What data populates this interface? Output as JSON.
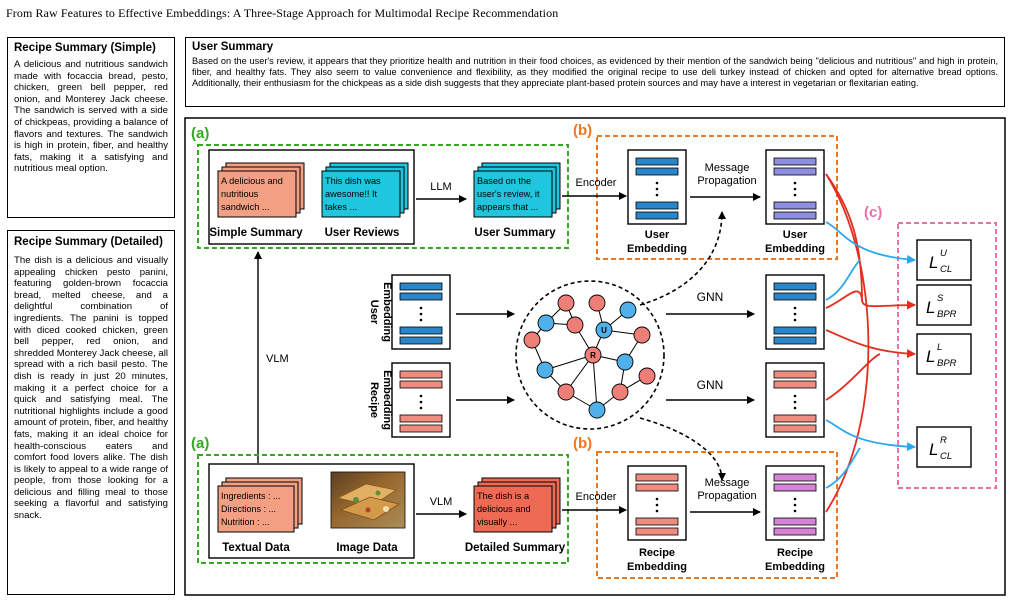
{
  "paper_title": "From Raw Features to Effective Embeddings: A Three-Stage Approach for Multimodal Recipe Recommendation",
  "recipe_summary_simple": {
    "heading": "Recipe Summary (Simple)",
    "text": "A delicious and nutritious sandwich made with focaccia bread, pesto, chicken, green bell pepper, red onion, and Monterey Jack cheese. The sandwich is served with a side of chickpeas, providing a balance of flavors and textures. The sandwich is high in protein, fiber, and healthy fats, making it a satisfying and nutritious meal option."
  },
  "recipe_summary_detailed": {
    "heading": "Recipe Summary (Detailed)",
    "text": "The dish is a delicious and visually appealing chicken pesto panini, featuring golden-brown focaccia bread, melted cheese, and a delightful combination of ingredients. The panini is topped with diced cooked chicken, green bell pepper, red onion, and shredded Monterey Jack cheese, all spread with a rich basil pesto. The dish is ready in just 20 minutes, making it a perfect choice for a quick and satisfying meal. The nutritional highlights include a good amount of protein, fiber, and healthy fats, making it an ideal choice for health-conscious eaters and comfort food lovers alike. The dish is likely to appeal to a wide range of people, from those looking for a delicious and filling meal to those seeking a flavorful and satisfying snack."
  },
  "user_summary": {
    "heading": "User Summary",
    "text": "Based on the user's review, it appears that they prioritize health and nutrition in their food choices, as evidenced by their mention of the sandwich being \"delicious and nutritious\" and high in protein, fiber, and healthy fats. They also seem to value convenience and flexibility, as they modified the original recipe to use deli turkey instead of chicken and opted for alternative bread options. Additionally, their enthusiasm for the chickpeas as a side dish suggests that they appreciate plant-based protein sources and may have a interest in vegetarian or flexitarian eating."
  },
  "diagram": {
    "stage_labels": {
      "a_top": "(a)",
      "a_bottom": "(a)",
      "b_top": "(b)",
      "b_bottom": "(b)",
      "c": "(c)"
    },
    "top": {
      "simple_card_lines": [
        "A delicious and",
        "nutritious",
        "sandwich ..."
      ],
      "simple_label": "Simple Summary",
      "reviews_card_lines": [
        "This dish was",
        "awesome!! It",
        "takes   ..."
      ],
      "reviews_label": "User Reviews",
      "llm": "LLM",
      "user_summary_card_lines": [
        "Based on the",
        "user's review, it",
        "appears that ..."
      ],
      "user_summary_label": "User Summary",
      "encoder": "Encoder",
      "user_embedding_label_1": "User",
      "user_embedding_label_2": "Embedding",
      "message_1": "Message",
      "message_2": "Propagation",
      "propagated_label_1": "User",
      "propagated_label_2": "Embedding"
    },
    "middle": {
      "user_embedding_1": "User",
      "user_embedding_2": "Embedding",
      "recipe_embedding_1": "Recipe",
      "recipe_embedding_2": "Embedding",
      "gnn_top": "GNN",
      "gnn_bottom": "GNN",
      "node_u": "U",
      "node_r": "R",
      "vlm_vertical": "VLM"
    },
    "bottom": {
      "textual_card_lines": [
        "Ingredients : ...",
        "Directions : ...",
        "Nutrition : ..."
      ],
      "textual_label": "Textual Data",
      "image_label": "Image Data",
      "vlm": "VLM",
      "detailed_card_lines": [
        "The dish is a",
        "delicious and",
        "visually ..."
      ],
      "detailed_label": "Detailed Summary",
      "encoder": "Encoder",
      "recipe_embedding_label_1": "Recipe",
      "recipe_embedding_label_2": "Embedding",
      "message_1": "Message",
      "message_2": "Propagation",
      "propagated_label_1": "Recipe",
      "propagated_label_2": "Embedding"
    },
    "losses": {
      "l1": {
        "base": "L",
        "sup": "U",
        "sub": "CL"
      },
      "l2": {
        "base": "L",
        "sup": "S",
        "sub": "BPR"
      },
      "l3": {
        "base": "L",
        "sup": "L",
        "sub": "BPR"
      },
      "l4": {
        "base": "L",
        "sup": "R",
        "sub": "CL"
      }
    },
    "colors": {
      "green": "#33aa22",
      "orange": "#ee7722",
      "pink": "#f06ea8",
      "salmon": "#f29f84",
      "cyan": "#1ec7de",
      "red_card": "#ef6a55",
      "blue_stripe": "#2a86c8",
      "lavender": "#8d8ee0",
      "pink_stripe": "#d483d6",
      "node_red": "#ee7e78",
      "node_blue": "#4fb0ea",
      "arrow_red": "#e32d1d",
      "arrow_blue": "#2aa7ee"
    }
  }
}
